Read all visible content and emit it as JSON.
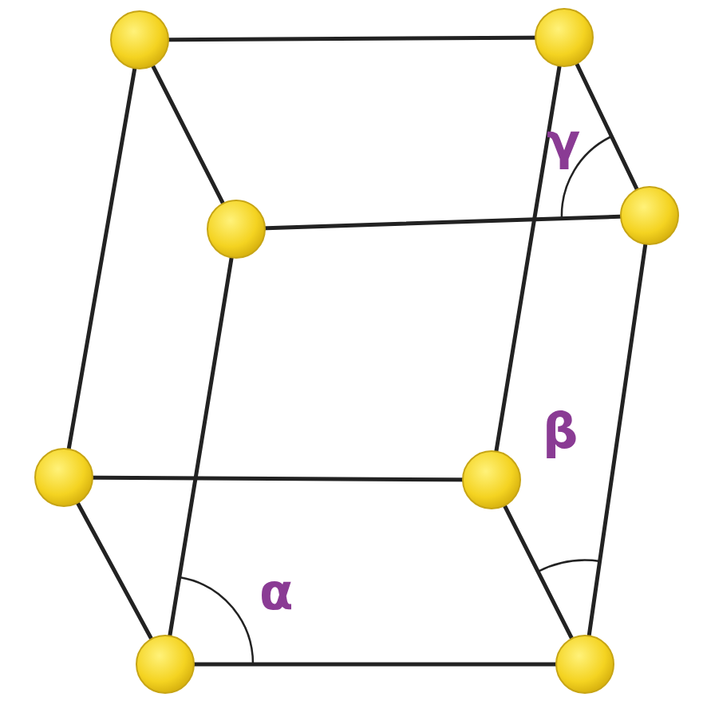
{
  "diagram": {
    "labels": [
      "γ",
      "β",
      "α"
    ]
  }
}
